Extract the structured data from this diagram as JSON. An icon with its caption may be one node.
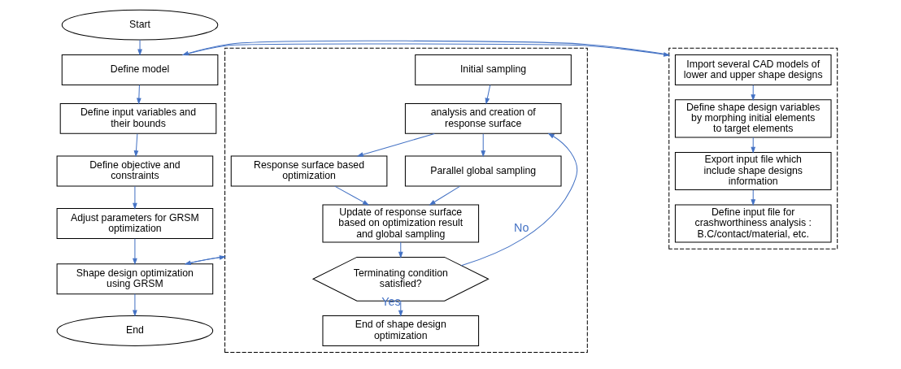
{
  "diagram": {
    "nodes": [
      {
        "text": [
          "Start"
        ]
      },
      {
        "text": [
          "Define model"
        ]
      },
      {
        "text": [
          "Define input variables and their bounds"
        ]
      },
      {
        "text": [
          "Define objective and constraints"
        ]
      },
      {
        "text": [
          "Adjust parameters for GRSM optimization"
        ]
      },
      {
        "text": [
          "Shape design optimization using GRSM"
        ]
      },
      {
        "text": [
          "End"
        ]
      },
      {
        "text": [],
        "shape": "box"
      },
      {
        "text": [
          "Import several CAD models of lower and upper shape designs"
        ],
        "in": 7
      },
      {
        "text": [
          "Define shape design variables by morphing initial elements to target elements"
        ],
        "in": 7
      },
      {
        "text": [
          "Export input file which include shape designs information"
        ],
        "in": 7
      },
      {
        "text": [
          "Define input file for crashworthiness analysis : B.C/contact/material, etc."
        ],
        "in": 7
      },
      {
        "text": [],
        "shape": "box"
      },
      {
        "text": [
          "Initial sampling"
        ],
        "in": 12
      },
      {
        "text": [
          "analysis and creation of response surface"
        ],
        "in": 12
      },
      {
        "text": [
          "Response surface based optimization"
        ],
        "in": 12
      },
      {
        "text": [
          "Parallel global sampling"
        ],
        "in": 12
      },
      {
        "text": [
          "Update of response surface based on optimization result and global sampling"
        ],
        "in": 12
      },
      {
        "text": [
          "Terminating condition satisfied?"
        ],
        "in": 12
      },
      {
        "text": [
          "End of shape design optimization"
        ],
        "in": 12
      }
    ],
    "edges": [
      {
        "from": 0,
        "to": 1,
        "arrow": "to"
      },
      {
        "from": 1,
        "to": 2,
        "arrow": "to"
      },
      {
        "from": 2,
        "to": 3,
        "arrow": "to"
      },
      {
        "from": 3,
        "to": 4,
        "arrow": "to"
      },
      {
        "from": 4,
        "to": 5,
        "arrow": "to"
      },
      {
        "from": 5,
        "to": 6,
        "arrow": "to"
      },
      {
        "from": 1,
        "to": 7,
        "arrow": "to"
      },
      {
        "from": 7,
        "to": 1,
        "arrow": "to"
      },
      {
        "from": 5,
        "to": 12,
        "arrow": "to"
      },
      {
        "from": 12,
        "to": 5,
        "arrow": "to"
      },
      {
        "from": 8,
        "to": 9,
        "arrow": "to"
      },
      {
        "from": 9,
        "to": 10,
        "arrow": "to"
      },
      {
        "from": 10,
        "to": 11,
        "arrow": "to"
      },
      {
        "from": 13,
        "to": 14,
        "arrow": "to"
      },
      {
        "from": 14,
        "to": 15,
        "arrow": "to"
      },
      {
        "from": 14,
        "to": 16,
        "arrow": "to"
      },
      {
        "from": 15,
        "to": 17,
        "arrow": "to"
      },
      {
        "from": 16,
        "to": 17,
        "arrow": "to"
      },
      {
        "from": 17,
        "to": 18,
        "arrow": "to"
      },
      {
        "from": 18,
        "to": 14,
        "label": "No",
        "arrow": "to"
      },
      {
        "from": 18,
        "to": 19,
        "label": "Yes",
        "arrow": "to"
      }
    ]
  }
}
